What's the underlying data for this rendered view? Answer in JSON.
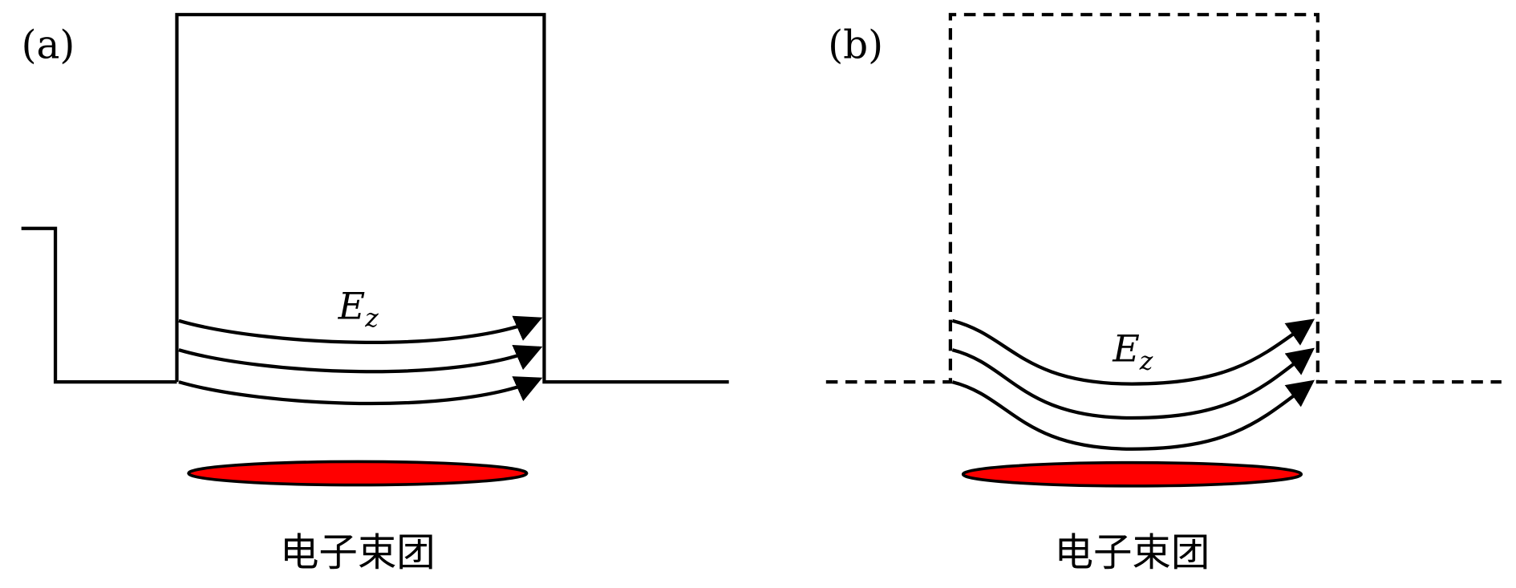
{
  "panels": [
    {
      "label": "(a)",
      "field_label": "E",
      "field_subscript": "z",
      "bunch_label": "电子束团",
      "style": "solid"
    },
    {
      "label": "(b)",
      "field_label": "E",
      "field_subscript": "z",
      "bunch_label": "电子束团",
      "style": "dashed"
    }
  ],
  "colors": {
    "bunch_fill": "#ff0000",
    "line": "#000000"
  }
}
